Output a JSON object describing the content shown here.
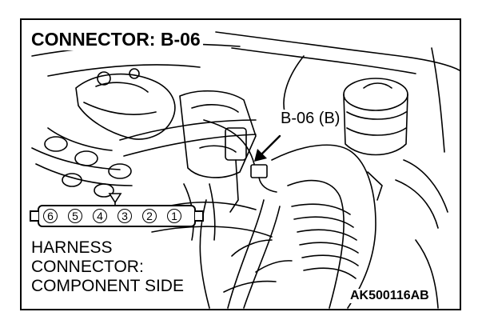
{
  "title": "CONNECTOR: B-06",
  "callout_label": "B-06 (B)",
  "connector": {
    "pins": [
      "6",
      "5",
      "4",
      "3",
      "2",
      "1"
    ]
  },
  "harness_label": {
    "line1": "HARNESS",
    "line2": "CONNECTOR:",
    "line3": "COMPONENT SIDE"
  },
  "figure_code": "AK500116AB",
  "colors": {
    "ink": "#000000",
    "paper": "#ffffff"
  }
}
